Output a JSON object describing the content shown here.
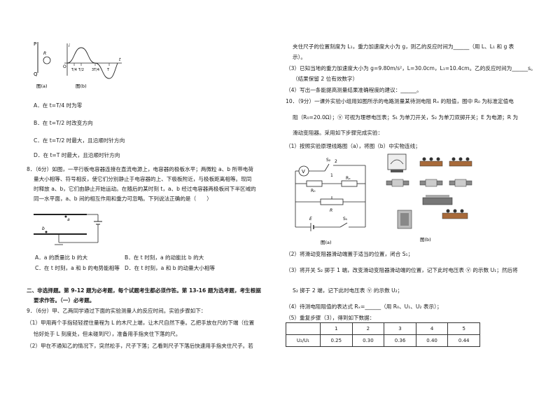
{
  "left": {
    "fig_a_label": "图(a)",
    "fig_b_label": "图(b)",
    "fig_a_letters": {
      "p": "P",
      "r": "R",
      "q": "Q"
    },
    "fig_b_axis": {
      "i": "i",
      "o": "O",
      "t": "t",
      "ticks": [
        "T/4",
        "T/2",
        "3T/4",
        "T"
      ]
    },
    "options7": [
      "A．在 t=T/4 时为零",
      "B．在 t=T/2 时改变方向",
      "C．在 t=T/2 时最大，且沿顺时针方向",
      "D．在 t=T 时最大，且沿顺时针方向"
    ],
    "q8_lines": [
      "8．（6分）如图，一平行板电容器连接在直流电源上，电容器的极板水平；两微粒 a、b 所带电荷",
      "量大小相等、符号相反，使它们分别静止于电容器的上、下极板附近，与极板距离相等。现同",
      "时释放 a、b，它们由静止开始运动。在随后的某时刻 t，a、b 经过电容器两极板间下半区域的",
      "同一水平面，a、b 间的相互作用和重力可忽略。下列说法正确的是（　　）"
    ],
    "cap_labels": {
      "a": "a",
      "b": "b"
    },
    "options8": [
      "A．a 的质量比 b 的大",
      "B．在 t 时刻，a 的动能比 b 的大",
      "C．在 t 时刻，a 和 b 的电势能相等",
      "D．在 t 时刻，a 和 b 的动量大小相等"
    ],
    "section_lines": [
      "二、非选择题。第 9-12 题为必考题，每个试题考生都必须作答。第 13-16 题为选考题，考生根据",
      "要求作答。（一）必考题。"
    ],
    "q9_lines": [
      "9．（6分）甲、乙两同学通过下面的实验测量人的反应时间。实验步骤如下：",
      "（1）甲用两个手指轻轻捏住量程为 L 的木尺上端，让木尺自然下垂。乙把手放在尺的下端（位置",
      "恰好处于 L 刻度处，但未碰到尺），准备用手指夹住下落的尺。",
      "（2）甲在不通知乙的情况下，突然松手，尺子下落；乙看到尺子下落后快速用手指夹住尺子。若"
    ]
  },
  "right": {
    "q9_cont": [
      "夹住尺子的位置刻度为 L₁，重力加速度大小为 g，则乙的反应时间为______（用 L、L₁ 和 g 表",
      "示）。",
      "（3）已知当地的重力加速度大小为 g=9.80m/s²，L=30.0cm，L₁=10.4cm。乙的反应时间为______s。",
      "（结果保留 2 位有效数字）",
      "（4）写出一条能提高测量结果准确程度的建议：______。"
    ],
    "q10_lines": [
      "10．（9分）一课外实验小组用如图所示的电路测量某待测电阻 Rₓ 的阻值，图中 R₀ 为标准定值电",
      "阻（R₀=20.0Ω）；Ⓥ 可视为理想电压表；S₁ 为单刀开关，S₂ 为单刀双掷开关；E 为电源；R 为",
      "滑动变阻器。采用如下步骤完成实验：",
      "（1）按照实验原理线路图（a），将图（b）中实物连线；"
    ],
    "circuit_labels": {
      "v": "V",
      "s2": "S₂",
      "r0": "R₀",
      "rx": "Rₓ",
      "r": "R",
      "e": "E",
      "s1": "S₁",
      "n1": "1",
      "n2": "2"
    },
    "fig_a_label": "图(a)",
    "fig_b_label": "图(b)",
    "steps": [
      "（2）将滑动变阻器滑动端置于适当的位置，闭合 S₁；",
      "（3）将开关 S₂ 掷于 1 端，改变滑动变阻器滑动端的位置，记下此时电压表 Ⓥ 的示数 U₁；然后将",
      "S₂ 掷于 2 端，记下此时电压表 Ⓥ 的示数 U₂；",
      "（4）待测电阻阻值的表达式 Rₓ=______（用 R₀、U₁、U₂ 表示）；",
      "（5）重复步骤（3），得到如下数据："
    ],
    "table": {
      "header": [
        "",
        "1",
        "2",
        "3",
        "4",
        "5"
      ],
      "row_label": "U₂/U₁",
      "values": [
        "0.25",
        "0.30",
        "0.36",
        "0.40",
        "0.44"
      ]
    }
  }
}
